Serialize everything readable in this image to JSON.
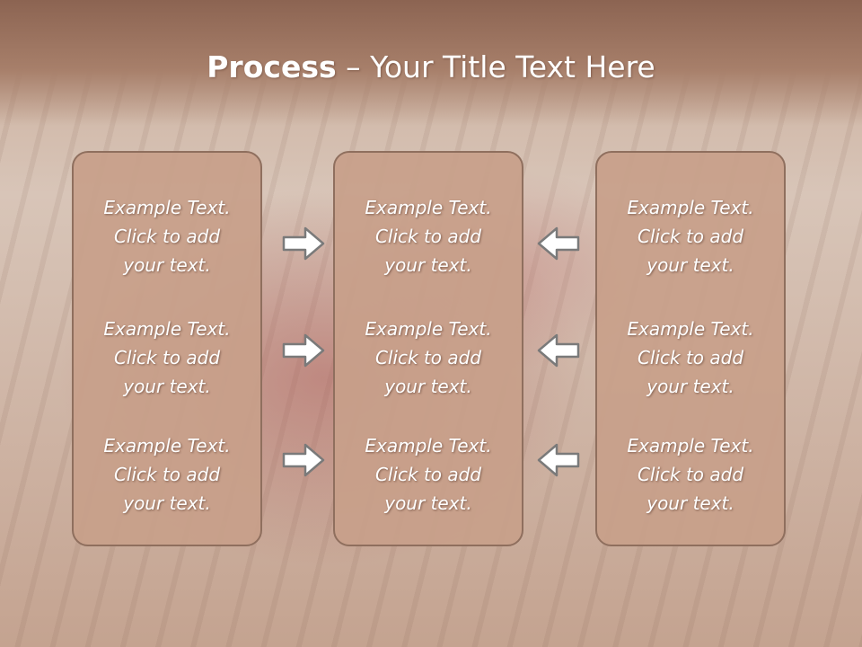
{
  "slide": {
    "title_bold": "Process",
    "title_rest": " – Your Title Text Here"
  },
  "columns": [
    {
      "items": [
        {
          "l1": "Example Text.",
          "l2": "Click  to add",
          "l3": "your text."
        },
        {
          "l1": "Example Text.",
          "l2": "Click  to add",
          "l3": "your text."
        },
        {
          "l1": "Example Text.",
          "l2": "Click  to add",
          "l3": "your text."
        }
      ]
    },
    {
      "items": [
        {
          "l1": "Example Text.",
          "l2": "Click  to add",
          "l3": "your text."
        },
        {
          "l1": "Example Text.",
          "l2": "Click  to add",
          "l3": "your text."
        },
        {
          "l1": "Example Text.",
          "l2": "Click  to add",
          "l3": "your text."
        }
      ]
    },
    {
      "items": [
        {
          "l1": "Example Text.",
          "l2": "Click  to add",
          "l3": "your text."
        },
        {
          "l1": "Example Text.",
          "l2": "Click  to add",
          "l3": "your text."
        },
        {
          "l1": "Example Text.",
          "l2": "Click  to add",
          "l3": "your text."
        }
      ]
    }
  ],
  "arrows": {
    "left_group": "arrow-right-icon",
    "right_group": "arrow-left-icon"
  },
  "colors": {
    "title_band": "#8c6452",
    "box_fill": "#c8a08a",
    "box_border": "#8f6f5e",
    "text": "#ffffff",
    "arrow_fill": "#ffffff",
    "arrow_stroke": "#7a7a7a"
  }
}
